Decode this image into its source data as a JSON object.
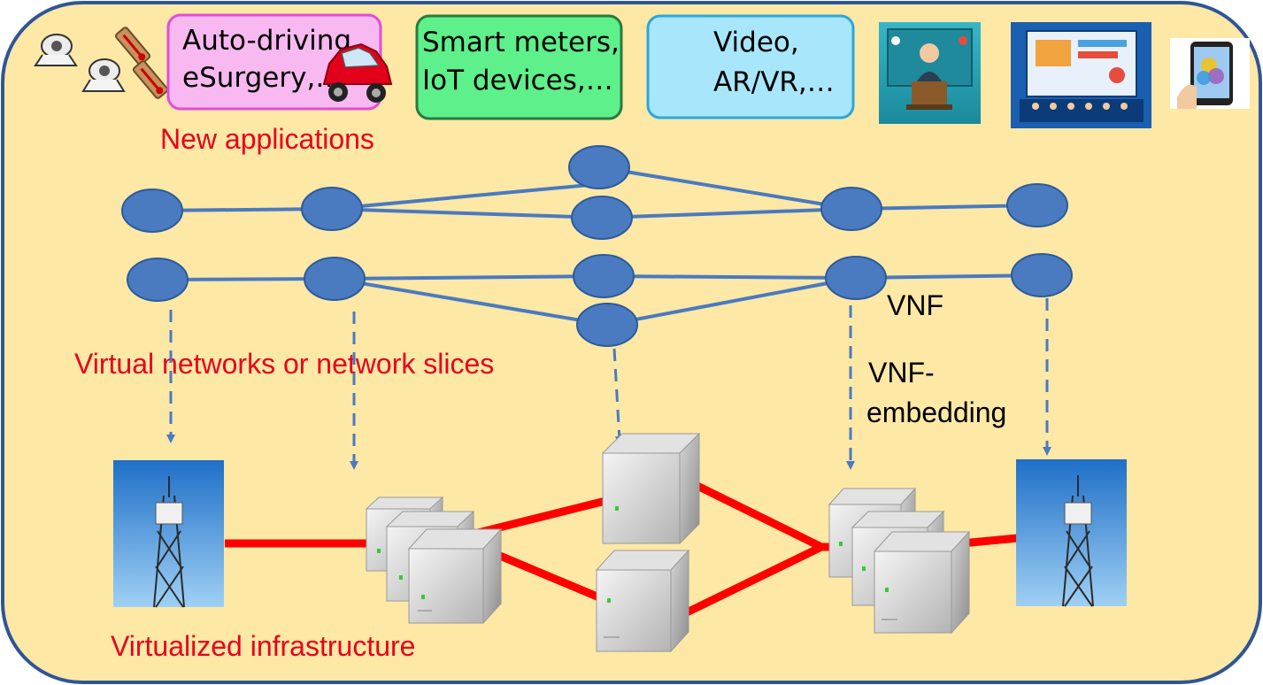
{
  "applications": {
    "box1": {
      "line1": "Auto-driving",
      "line2": "eSurgery,…"
    },
    "box2": {
      "line1": "Smart meters,",
      "line2": "IoT devices,…"
    },
    "box3": {
      "line1": "Video,",
      "line2": "AR/VR,…"
    },
    "images": [
      "webcam-icon",
      "thermometer-icon",
      "car-icon",
      "conference-speaker-icon",
      "online-classroom-icon",
      "smartphone-icon"
    ]
  },
  "labels": {
    "new_applications": "New applications",
    "virtual_networks": "Virtual networks or network slices",
    "vnf": "VNF",
    "vnf_embedding_line1": "VNF-",
    "vnf_embedding_line2": "embedding",
    "virtualized_infrastructure": "Virtualized infrastructure"
  },
  "colors": {
    "background": "#fde8a6",
    "border": "#2f5597",
    "node_fill": "#4a7ac0",
    "node_stroke": "#2c5a9a",
    "virtual_link": "#4a7ac0",
    "physical_link": "#ff0000",
    "label_red": "#e8001c",
    "box1_fill": "#f8b8f0",
    "box1_border": "#e04fd6",
    "box2_fill": "#5ef08a",
    "box2_border": "#2a7a3f",
    "box3_fill": "#a8e6fb",
    "box3_border": "#2aa7dc"
  }
}
